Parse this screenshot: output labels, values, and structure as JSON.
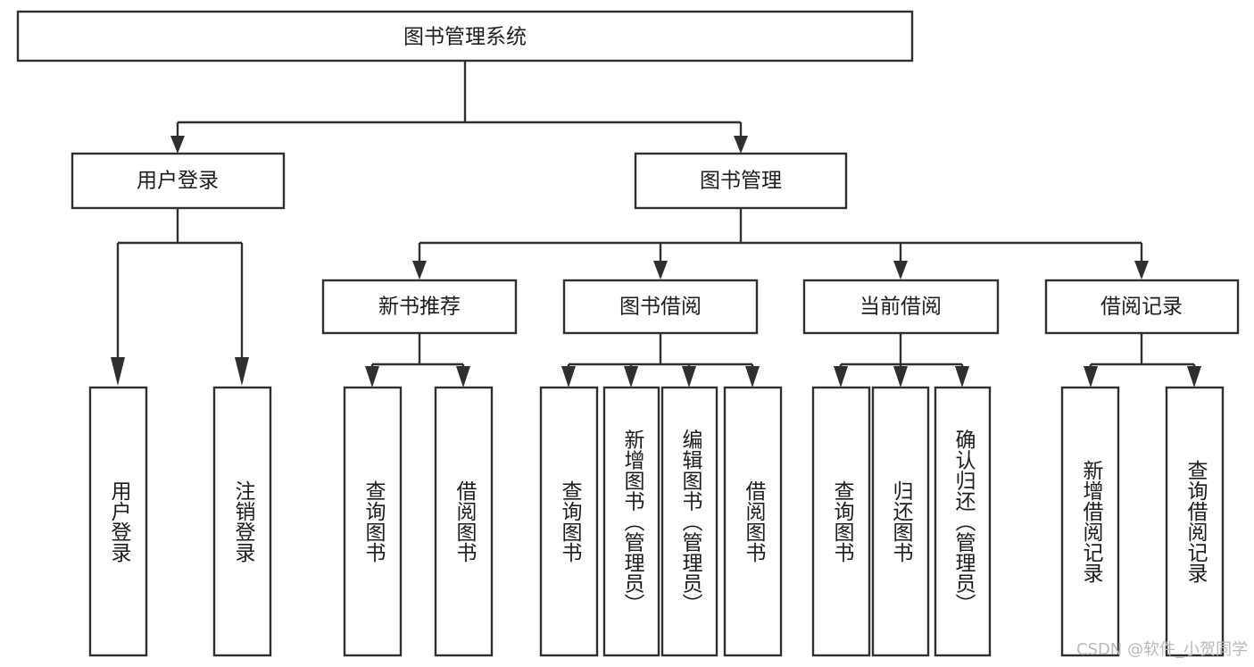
{
  "diagram": {
    "title": "图书管理系统",
    "type": "tree",
    "orientation": "top-down",
    "colors": {
      "box_fill": "#ffffff",
      "box_stroke": "#2f2f2f",
      "text": "#1c1c1c",
      "watermark": "#b9b9b9",
      "background": "#ffffff"
    },
    "root": {
      "id": "root",
      "label": "图书管理系统",
      "orientation": "horizontal"
    },
    "level2": [
      {
        "id": "user-login",
        "label": "用户登录",
        "orientation": "horizontal"
      },
      {
        "id": "book-manage",
        "label": "图书管理",
        "orientation": "horizontal"
      }
    ],
    "level3": [
      {
        "id": "new-book-recommend",
        "label": "新书推荐",
        "orientation": "horizontal",
        "parent": "book-manage"
      },
      {
        "id": "book-borrow",
        "label": "图书借阅",
        "orientation": "horizontal",
        "parent": "book-manage"
      },
      {
        "id": "current-borrow",
        "label": "当前借阅",
        "orientation": "horizontal",
        "parent": "book-manage"
      },
      {
        "id": "borrow-record",
        "label": "借阅记录",
        "orientation": "horizontal",
        "parent": "book-manage"
      }
    ],
    "leaves": [
      {
        "id": "leaf-user-login",
        "label": "用户登录",
        "orientation": "vertical",
        "parent": "user-login"
      },
      {
        "id": "leaf-user-logout",
        "label": "注销登录",
        "orientation": "vertical",
        "parent": "user-login"
      },
      {
        "id": "leaf-query-book-1",
        "label": "查询图书",
        "orientation": "vertical",
        "parent": "new-book-recommend"
      },
      {
        "id": "leaf-borrow-book-1",
        "label": "借阅图书",
        "orientation": "vertical",
        "parent": "new-book-recommend"
      },
      {
        "id": "leaf-query-book-2",
        "label": "查询图书",
        "orientation": "vertical",
        "parent": "book-borrow"
      },
      {
        "id": "leaf-add-book",
        "label": "新增图书（管理员）",
        "orientation": "vertical",
        "parent": "book-borrow"
      },
      {
        "id": "leaf-edit-book",
        "label": "编辑图书（管理员）",
        "orientation": "vertical",
        "parent": "book-borrow"
      },
      {
        "id": "leaf-borrow-book-2",
        "label": "借阅图书",
        "orientation": "vertical",
        "parent": "book-borrow"
      },
      {
        "id": "leaf-query-book-3",
        "label": "查询图书",
        "orientation": "vertical",
        "parent": "current-borrow"
      },
      {
        "id": "leaf-return-book",
        "label": "归还图书",
        "orientation": "vertical",
        "parent": "current-borrow"
      },
      {
        "id": "leaf-confirm-return",
        "label": "确认归还（管理员）",
        "orientation": "vertical",
        "parent": "current-borrow"
      },
      {
        "id": "leaf-add-record",
        "label": "新增借阅记录",
        "orientation": "vertical",
        "parent": "borrow-record"
      },
      {
        "id": "leaf-query-record",
        "label": "查询借阅记录",
        "orientation": "vertical",
        "parent": "borrow-record"
      }
    ],
    "watermark": "CSDN @软件_小贺同学"
  }
}
